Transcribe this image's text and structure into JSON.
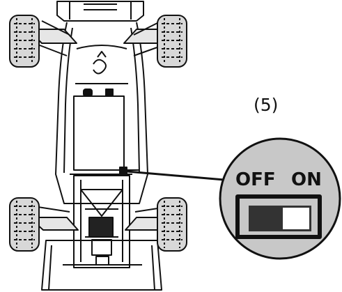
{
  "diagram": {
    "step_label": "(5)",
    "switch": {
      "off_label": "OFF",
      "on_label": "ON",
      "state": "ON"
    }
  },
  "colors": {
    "outline": "#111111",
    "callout_fill": "#c8c8c8",
    "switch_body": "#333333",
    "switch_knob": "#ffffff"
  }
}
